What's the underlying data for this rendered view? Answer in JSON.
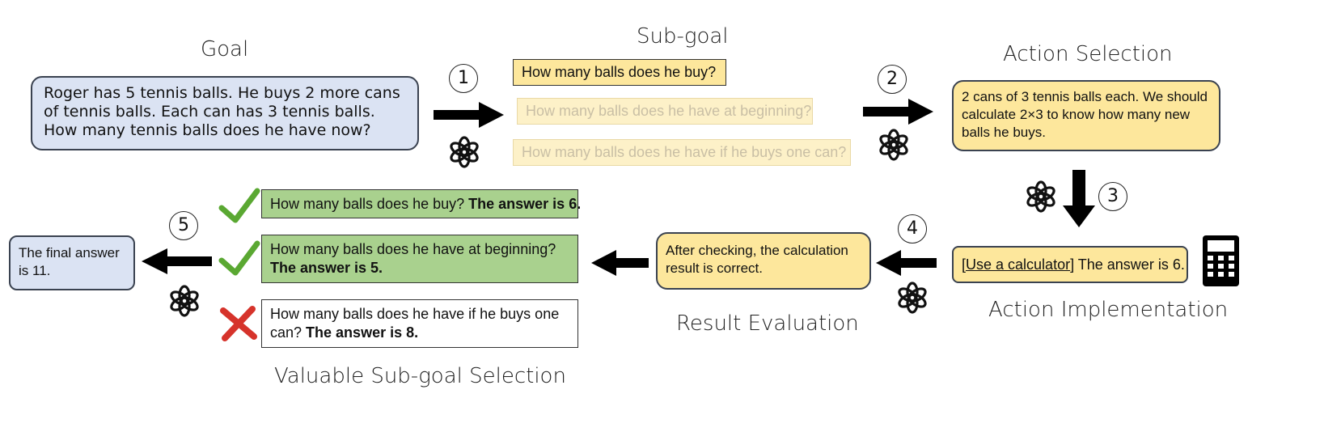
{
  "titles": {
    "goal": "Goal",
    "subgoal": "Sub-goal",
    "action_selection": "Action Selection",
    "action_implementation": "Action Implementation",
    "result_evaluation": "Result Evaluation",
    "valuable_selection": "Valuable Sub-goal Selection"
  },
  "steps": [
    "1",
    "2",
    "3",
    "4",
    "5"
  ],
  "goal_text": "Roger has 5 tennis balls. He buys 2 more cans of tennis balls. Each can has 3 tennis balls. How many tennis balls does he have now?",
  "subgoals": [
    "How many balls does he buy?",
    "How many balls does he have at beginning?",
    "How many balls does he have if he buys one can?"
  ],
  "action_selection_text": "2 cans of 3 tennis balls each. We should calculate 2×3 to know how many new balls he buys.",
  "action_impl": {
    "tool": "Use a calculator",
    "open_bracket": "[",
    "close_bracket": "]",
    "text": " The answer is 6."
  },
  "evaluation_text": "After checking, the calculation result is correct.",
  "selection": [
    {
      "question": "How many balls does he buy? ",
      "answer": "The answer is 6.",
      "status": "check"
    },
    {
      "question": "How many balls does he have at beginning?",
      "answer": "The answer is 5.",
      "status": "check"
    },
    {
      "question": "How many balls does he have if he buys one can? ",
      "answer": "The answer is 8.",
      "status": "cross"
    }
  ],
  "final_text": "The final answer is 11.",
  "icons": {
    "llm": "openai-logo-icon",
    "calculator": "calculator-icon",
    "check": "check-icon",
    "cross": "cross-icon"
  },
  "colors": {
    "blue_fill": "#dbe3f3",
    "yellow_fill": "#fde79c",
    "green_fill": "#a9d18e",
    "check_green": "#5aa832",
    "cross_red": "#d6332b"
  }
}
